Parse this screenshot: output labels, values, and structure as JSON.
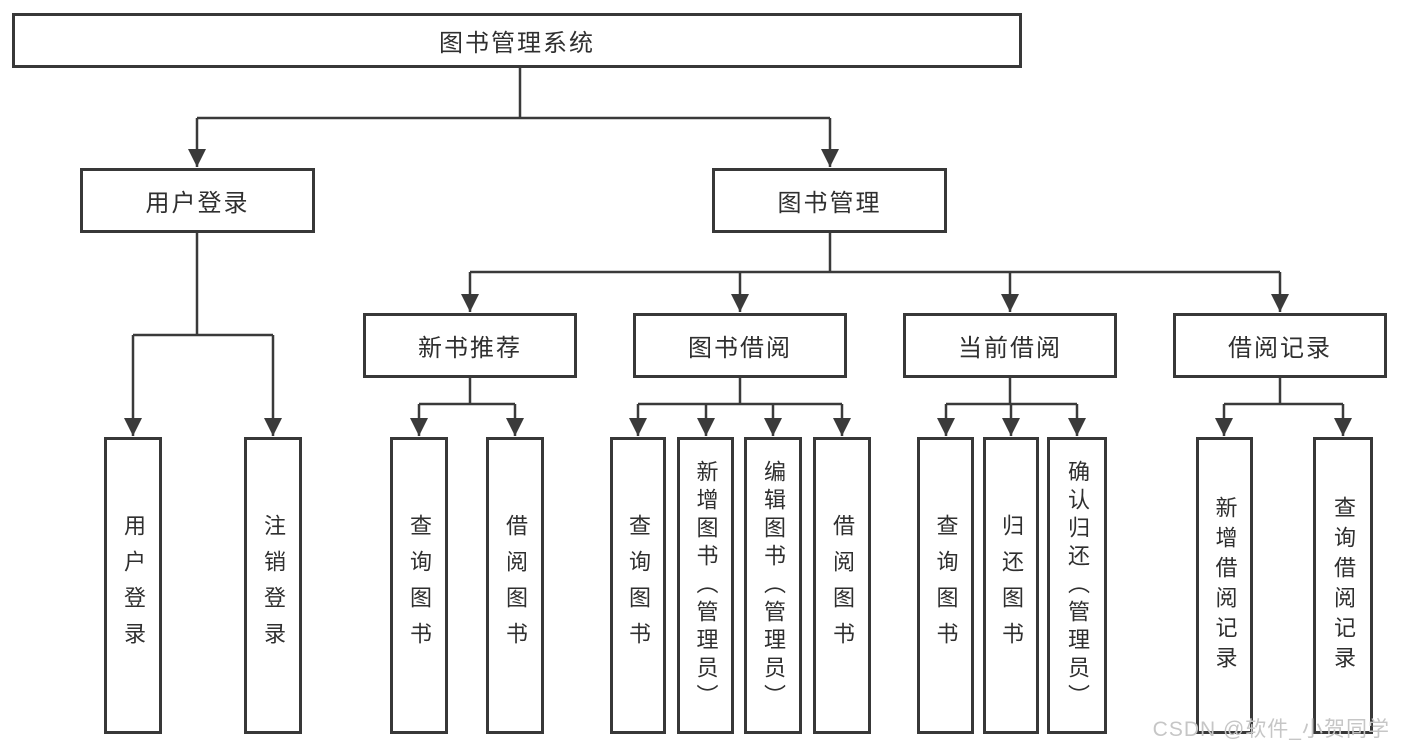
{
  "root": {
    "label": "图书管理系统"
  },
  "user_login": {
    "label": "用户登录",
    "children": [
      {
        "label": "用户登录"
      },
      {
        "label": "注销登录"
      }
    ]
  },
  "book_mgmt": {
    "label": "图书管理",
    "sections": [
      {
        "label": "新书推荐",
        "children": [
          {
            "label": "查询图书"
          },
          {
            "label": "借阅图书"
          }
        ]
      },
      {
        "label": "图书借阅",
        "children": [
          {
            "label": "查询图书"
          },
          {
            "label": "新增图书（管理员）"
          },
          {
            "label": "编辑图书（管理员）"
          },
          {
            "label": "借阅图书"
          }
        ]
      },
      {
        "label": "当前借阅",
        "children": [
          {
            "label": "查询图书"
          },
          {
            "label": "归还图书"
          },
          {
            "label": "确认归还（管理员）"
          }
        ]
      },
      {
        "label": "借阅记录",
        "children": [
          {
            "label": "新增借阅记录"
          },
          {
            "label": "查询借阅记录"
          }
        ]
      }
    ]
  },
  "watermark": "CSDN @软件_小贺同学",
  "colors": {
    "line": "#3a3a3a",
    "box_border": "#383838",
    "text": "#2f2f2f",
    "watermark_text": "#c6c6c6",
    "background": "#ffffff"
  }
}
